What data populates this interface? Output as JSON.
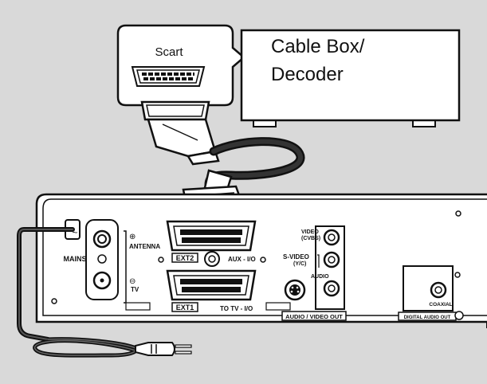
{
  "callout": {
    "connector_label": "Scart"
  },
  "cable_box": {
    "line1": "Cable Box/",
    "line2": "Decoder"
  },
  "rear_panel": {
    "mains_label": "MAINS",
    "antenna_label": "ANTENNA",
    "tv_label": "TV",
    "ext2_label": "EXT2",
    "aux_label": "AUX - I/O",
    "ext1_label": "EXT1",
    "to_tv_label": "TO TV - I/O",
    "video_label_1": "VIDEO",
    "video_label_2": "(CVBS)",
    "svideo_label_1": "S-VIDEO",
    "svideo_label_2": "(Y/C)",
    "audio_label": "AUDIO",
    "audio_video_out_label": "AUDIO / VIDEO OUT",
    "coaxial_label": "COAXIAL",
    "digital_audio_out_label": "DIGITAL AUDIO OUT"
  },
  "colors": {
    "background": "#d9d9d9",
    "panel_fill": "#ffffff",
    "line": "#111111"
  }
}
